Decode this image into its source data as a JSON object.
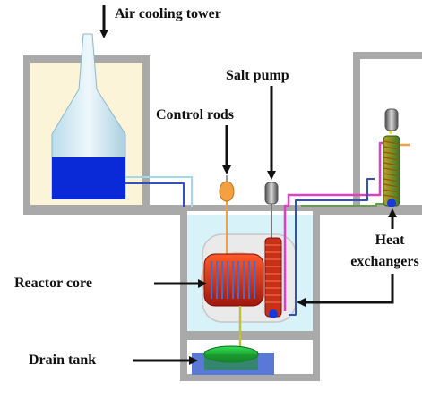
{
  "labels": {
    "air_cooling_tower": "Air cooling tower",
    "salt_pump": "Salt pump",
    "control_rods": "Control rods",
    "heat_exchangers_line1": "Heat",
    "heat_exchangers_line2": "exchangers",
    "reactor_core": "Reactor core",
    "drain_tank": "Drain tank"
  },
  "colors": {
    "structure": "#a9a9a9",
    "room_fill": "#fbf4d9",
    "reactor_pool": "#d8f2fa",
    "coolant_tank": "#0a2ad8",
    "core": "#b02018",
    "pump": "#7a7a7a",
    "control_rod": "#f0a040",
    "drain_tank": "#1a8f2a",
    "salt_loop": "#e04020",
    "secondary_loop_pink": "#e040c0",
    "secondary_loop_blue": "#3050c0",
    "tertiary_loop_green": "#60a040"
  }
}
